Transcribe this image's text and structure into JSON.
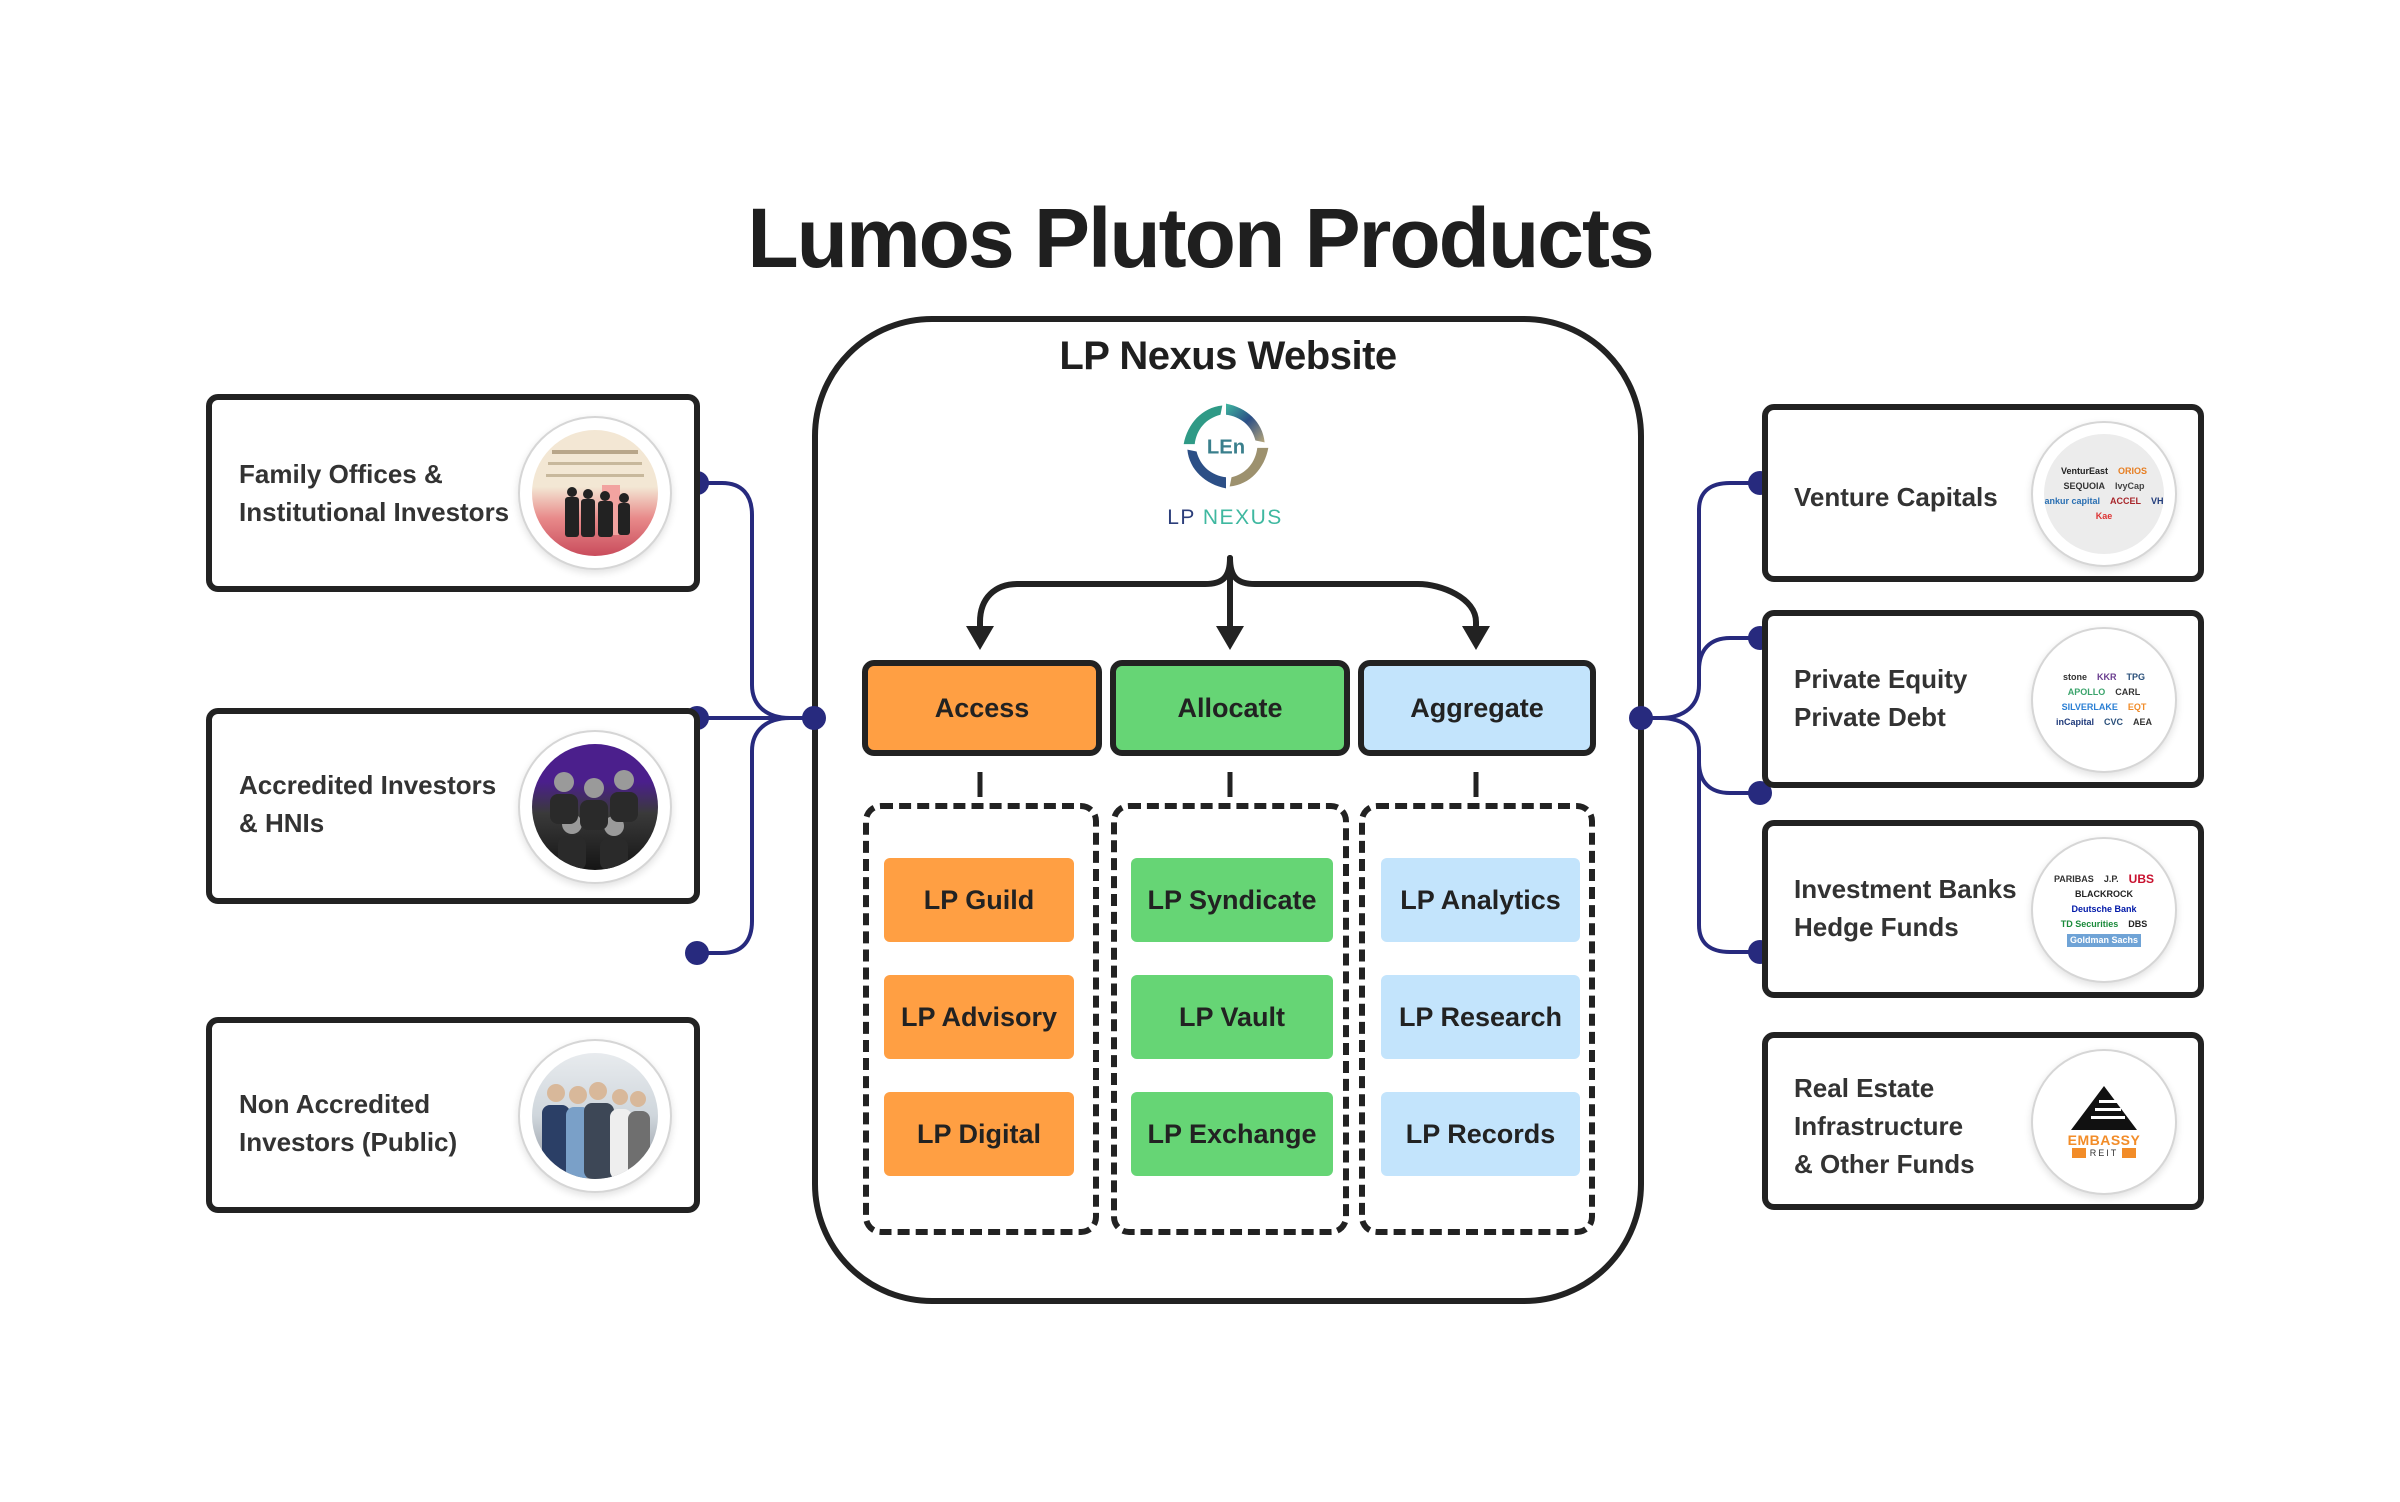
{
  "title": "Lumos Pluton Products",
  "center": {
    "title": "LP Nexus Website",
    "logo_icon": "lp-nexus-logo",
    "logo_text_lp": "LP",
    "logo_text_nexus": "NEXUS",
    "pillars": [
      {
        "label": "Access",
        "color": "#ff9f43",
        "items": [
          "LP Guild",
          "LP Advisory",
          "LP Digital"
        ]
      },
      {
        "label": "Allocate",
        "color": "#66d575",
        "items": [
          "LP Syndicate",
          "LP Vault",
          "LP Exchange"
        ]
      },
      {
        "label": "Aggregate",
        "color": "#c3e4fc",
        "items": [
          "LP Analytics",
          "LP Research",
          "LP Records"
        ]
      }
    ]
  },
  "left_audiences": [
    {
      "lines": [
        "Family Offices &",
        "Institutional Investors"
      ],
      "image": "family-offices-collage"
    },
    {
      "lines": [
        "Accredited Investors",
        "& HNIs"
      ],
      "image": "accredited-investors-photo"
    },
    {
      "lines": [
        "Non Accredited",
        "Investors (Public)"
      ],
      "image": "public-investors-photo"
    }
  ],
  "right_partners": [
    {
      "lines": [
        "Venture Capitals"
      ],
      "image": "vc-logos",
      "logos": [
        "VenturEast",
        "ORIOS",
        "SEQUOIA",
        "IvyCap",
        "ankur capital",
        "ACCEL",
        "VH",
        "Kae"
      ]
    },
    {
      "lines": [
        "Private Equity",
        "Private Debt"
      ],
      "image": "pe-logos",
      "logos": [
        "stone",
        "KKR",
        "TPG",
        "APOLLO",
        "CARL",
        "SILVERLAKE",
        "EQT",
        "inCapital",
        "CVC",
        "AEA"
      ]
    },
    {
      "lines": [
        "Investment Banks",
        "Hedge Funds"
      ],
      "image": "ib-logos",
      "logos": [
        "PARIBAS",
        "J.P.",
        "UBS",
        "BLACKROCK",
        "Deutsche Bank",
        "TD Securities",
        "DBS",
        "Goldman Sachs"
      ]
    },
    {
      "lines": [
        "Real Estate",
        "Infrastructure",
        "& Other Funds"
      ],
      "image": "embassy-reit-logo",
      "logos": [
        "EMBASSY",
        "REIT"
      ]
    }
  ],
  "colors": {
    "connector": "#272a7e",
    "stroke": "#222222",
    "access": "#ff9f43",
    "allocate": "#66d575",
    "aggregate": "#c3e4fc"
  }
}
